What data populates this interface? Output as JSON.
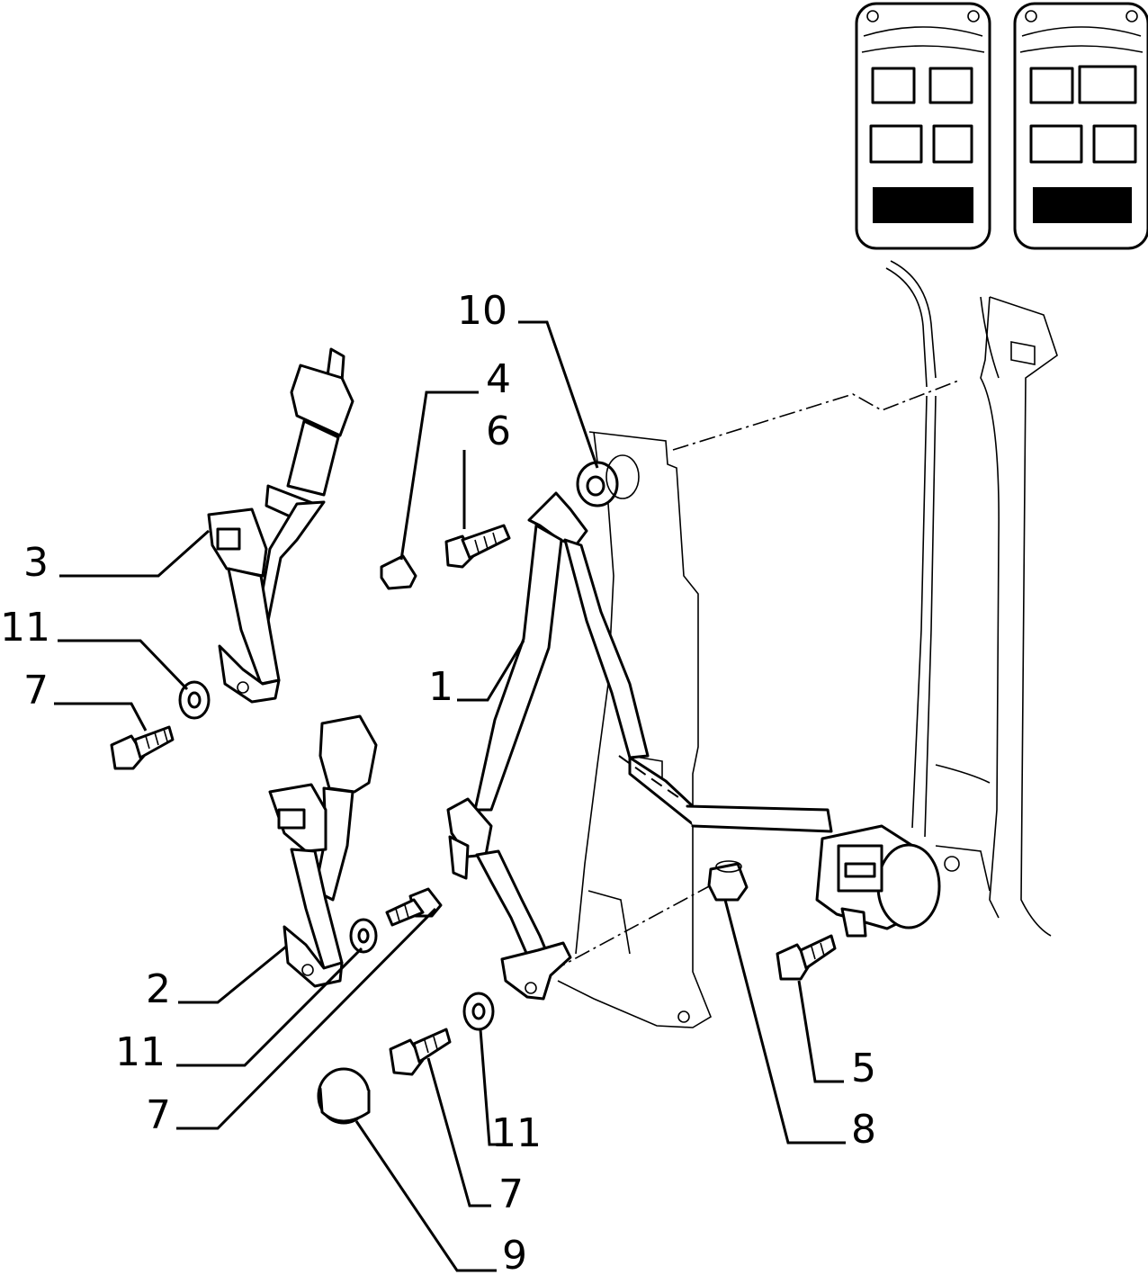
{
  "callouts": {
    "c10": "10",
    "c4": "4",
    "c6": "6",
    "c3": "3",
    "c11a": "11",
    "c7a": "7",
    "c1": "1",
    "c2": "2",
    "c11b": "11",
    "c7b": "7",
    "c5": "5",
    "c8": "8",
    "c11c": "11",
    "c7c": "7",
    "c9": "9"
  },
  "icons": {
    "left_car_icon": "car-door-variant-icon",
    "right_car_icon": "car-door-variant-icon"
  }
}
